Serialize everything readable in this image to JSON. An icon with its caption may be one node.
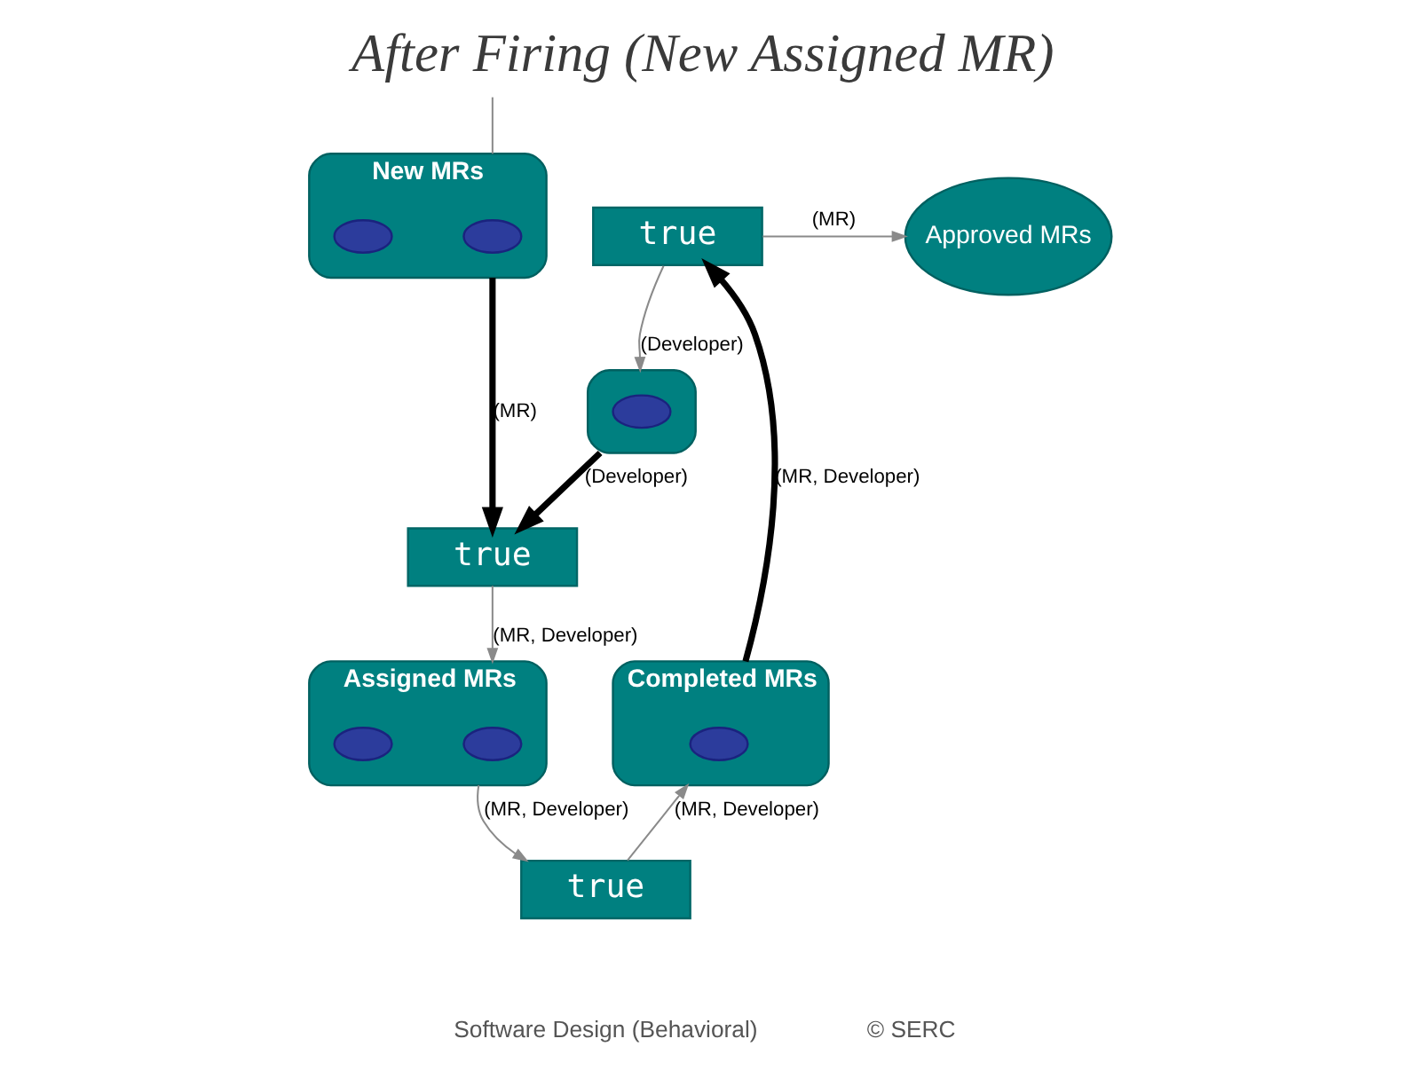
{
  "diagram": {
    "title": "After Firing (New Assigned MR)",
    "nodes": [
      {
        "text": [
          "New MRs"
        ]
      },
      {
        "text": [],
        "shape": "ellipse",
        "in": 0
      },
      {
        "text": [],
        "shape": "ellipse",
        "in": 0
      },
      {
        "text": [
          "true"
        ]
      },
      {
        "text": [
          "Approved MRs"
        ]
      },
      {
        "text": [],
        "shape": "ellipse"
      },
      {
        "text": [],
        "shape": "ellipse",
        "in": 5
      },
      {
        "text": [
          "true"
        ]
      },
      {
        "text": [
          "Assigned MRs"
        ]
      },
      {
        "text": [],
        "shape": "ellipse",
        "in": 8
      },
      {
        "text": [],
        "shape": "ellipse",
        "in": 8
      },
      {
        "text": [
          "true"
        ]
      },
      {
        "text": [
          "Completed MRs"
        ]
      },
      {
        "text": [],
        "shape": "ellipse",
        "in": 12
      }
    ],
    "edges": [
      {
        "from": null,
        "to": 0,
        "arrow": "none"
      },
      {
        "from": 0,
        "to": 7,
        "arrow": "to",
        "label": "(MR)",
        "style": "thick",
        "color": "#000000"
      },
      {
        "from": 5,
        "to": 7,
        "arrow": "to",
        "label": "(Developer)",
        "style": "thick",
        "color": "#000000"
      },
      {
        "from": 7,
        "to": 8,
        "arrow": "to",
        "label": "(MR, Developer)"
      },
      {
        "from": 8,
        "to": 11,
        "arrow": "to",
        "label": "(MR, Developer)"
      },
      {
        "from": 11,
        "to": 12,
        "arrow": "to",
        "label": "(MR, Developer)"
      },
      {
        "from": 12,
        "to": 3,
        "arrow": "to",
        "label": "(MR, Developer)",
        "style": "thick",
        "color": "#000000"
      },
      {
        "from": 3,
        "to": 4,
        "arrow": "to",
        "label": "(MR)"
      },
      {
        "from": 3,
        "to": 5,
        "arrow": "to",
        "label": "(Developer)"
      }
    ],
    "labels": [
      "Software Design (Behavioral)",
      "© SERC"
    ]
  }
}
